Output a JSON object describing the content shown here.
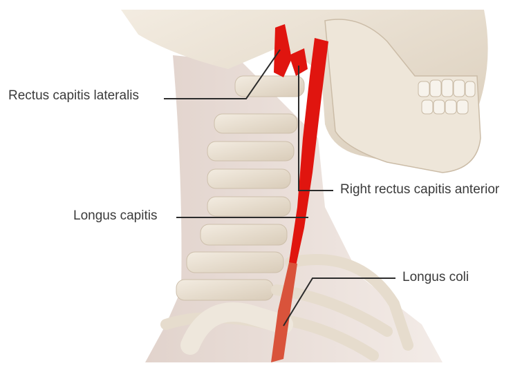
{
  "labels": {
    "rectus_capitis_lateralis": "Rectus capitis lateralis",
    "right_rectus_capitis_anterior": "Right rectus capitis anterior",
    "longus_capitis": "Longus capitis",
    "longus_coli": "Longus coli"
  },
  "colors": {
    "muscle": "#e0150f",
    "bone": "#ede4d6",
    "skin": "#e9ddd6",
    "leader": "#2b2b2b"
  }
}
